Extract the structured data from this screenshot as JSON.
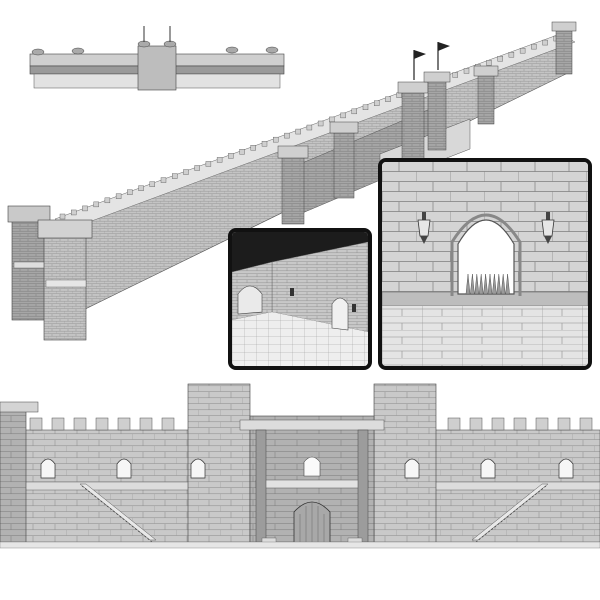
{
  "scene": {
    "subject": "castle-wall-3d-model",
    "palette": {
      "wall_light": "#d6d6d6",
      "wall_mid": "#b9b9b9",
      "wall_dark": "#8c8c8c",
      "wall_shadow": "#5e5e5e",
      "mortar": "#7a7a7a",
      "panel_border": "#111111",
      "background": "#ffffff"
    },
    "views": [
      {
        "id": "top-down-plan-view"
      },
      {
        "id": "perspective-wall-view"
      },
      {
        "id": "interior-courtyard-detail"
      },
      {
        "id": "archway-lantern-detail"
      },
      {
        "id": "front-elevation-view"
      }
    ],
    "flags_count": 2,
    "icons": [
      "flag-icon",
      "lantern-icon",
      "portcullis-icon",
      "arch-window-icon",
      "staircase-icon"
    ]
  }
}
